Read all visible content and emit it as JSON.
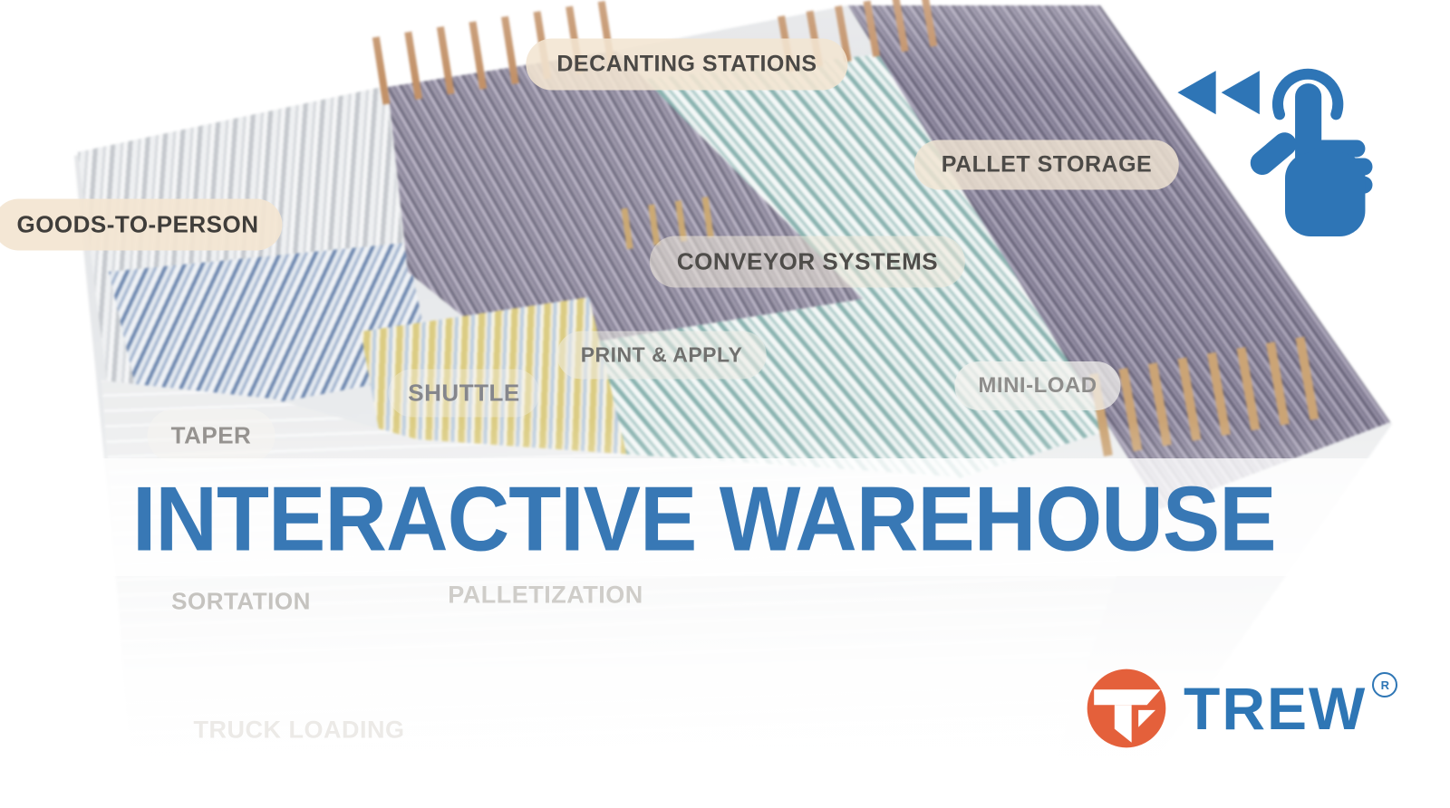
{
  "title": {
    "text": "INTERACTIVE WAREHOUSE"
  },
  "brand": {
    "name": "TREW",
    "registered_mark": "R"
  },
  "hotspots": [
    {
      "id": "goods-to-person",
      "label": "GOODS-TO-PERSON"
    },
    {
      "id": "decanting-stations",
      "label": "DECANTING STATIONS"
    },
    {
      "id": "pallet-storage",
      "label": "PALLET STORAGE"
    },
    {
      "id": "conveyor-systems",
      "label": "CONVEYOR SYSTEMS"
    },
    {
      "id": "print-and-apply",
      "label": "PRINT & APPLY"
    },
    {
      "id": "shuttle",
      "label": "SHUTTLE"
    },
    {
      "id": "taper",
      "label": "TAPER"
    },
    {
      "id": "mini-load",
      "label": "MINI-LOAD"
    },
    {
      "id": "sortation",
      "label": "SORTATION"
    },
    {
      "id": "palletization",
      "label": "PALLETIZATION"
    },
    {
      "id": "truck-loading",
      "label": "TRUCK LOADING"
    }
  ],
  "icons": {
    "gesture": "tap-swipe-left-icon",
    "logo_mark": "trew-circle-t-icon"
  },
  "colors": {
    "accent_blue": "#3878B5",
    "logo_blue": "#2E76B5",
    "logo_orange": "#E4603B",
    "label_pill_cream": "#F3E5D1",
    "label_text_dark": "#454340"
  }
}
